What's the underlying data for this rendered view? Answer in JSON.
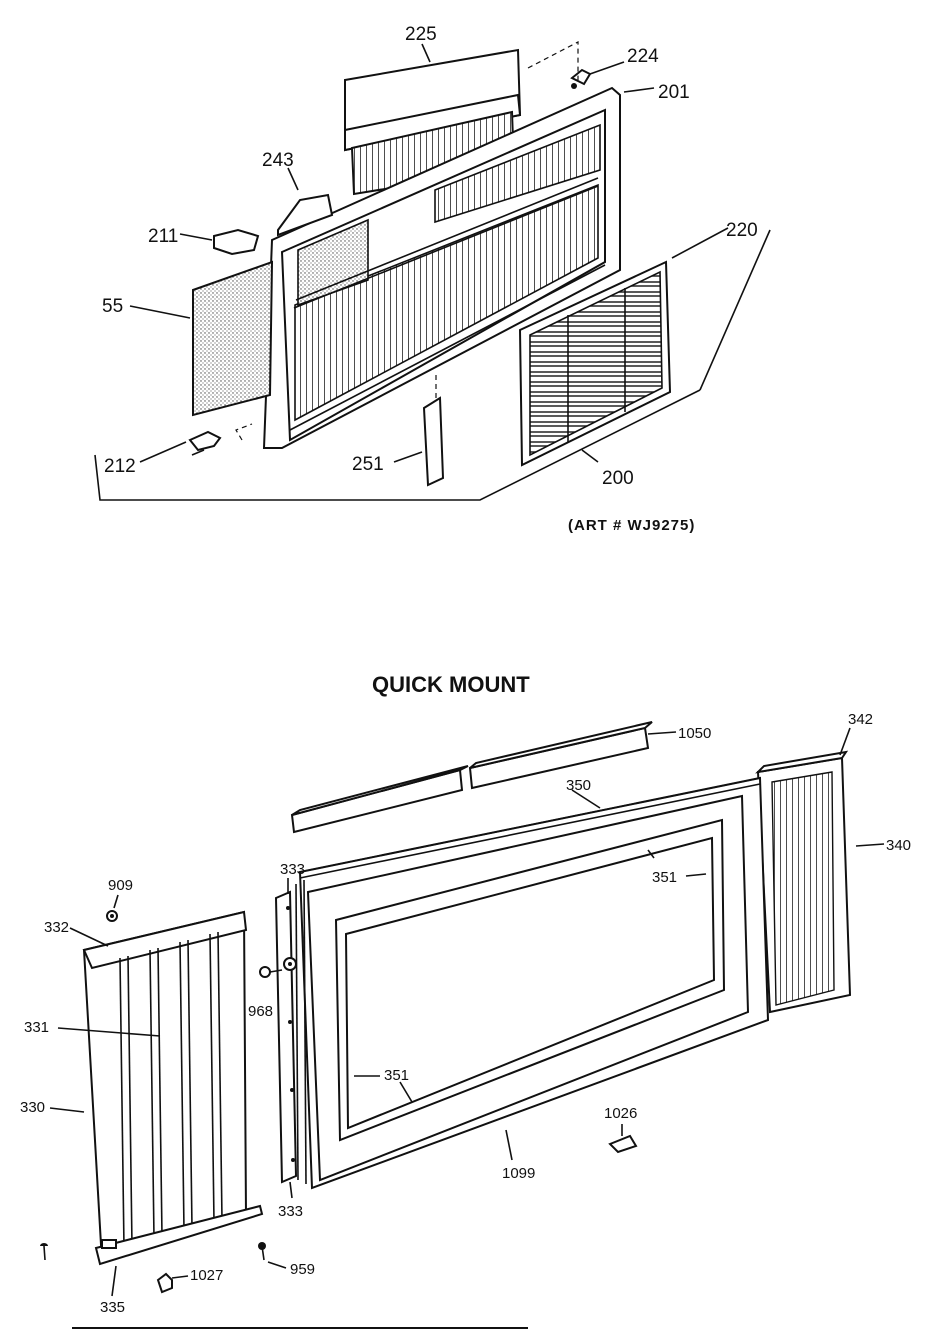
{
  "art_number": "(ART # WJ9275)",
  "section_title": "QUICK MOUNT",
  "top_labels": {
    "p225": "225",
    "p224": "224",
    "p201": "201",
    "p243": "243",
    "p211": "211",
    "p220": "220",
    "p55": "55",
    "p212": "212",
    "p251": "251",
    "p200": "200"
  },
  "bottom_labels": {
    "p1050": "1050",
    "p342": "342",
    "p350": "350",
    "p340": "340",
    "p351a": "351",
    "p909": "909",
    "p333a": "333",
    "p332": "332",
    "p968": "968",
    "p331": "331",
    "p351b": "351",
    "p330": "330",
    "p1026": "1026",
    "p1099": "1099",
    "p333b": "333",
    "p959": "959",
    "p1027": "1027",
    "p335": "335"
  },
  "icons": [
    "screw-icon",
    "clip-icon",
    "latch-icon",
    "washer-icon"
  ]
}
